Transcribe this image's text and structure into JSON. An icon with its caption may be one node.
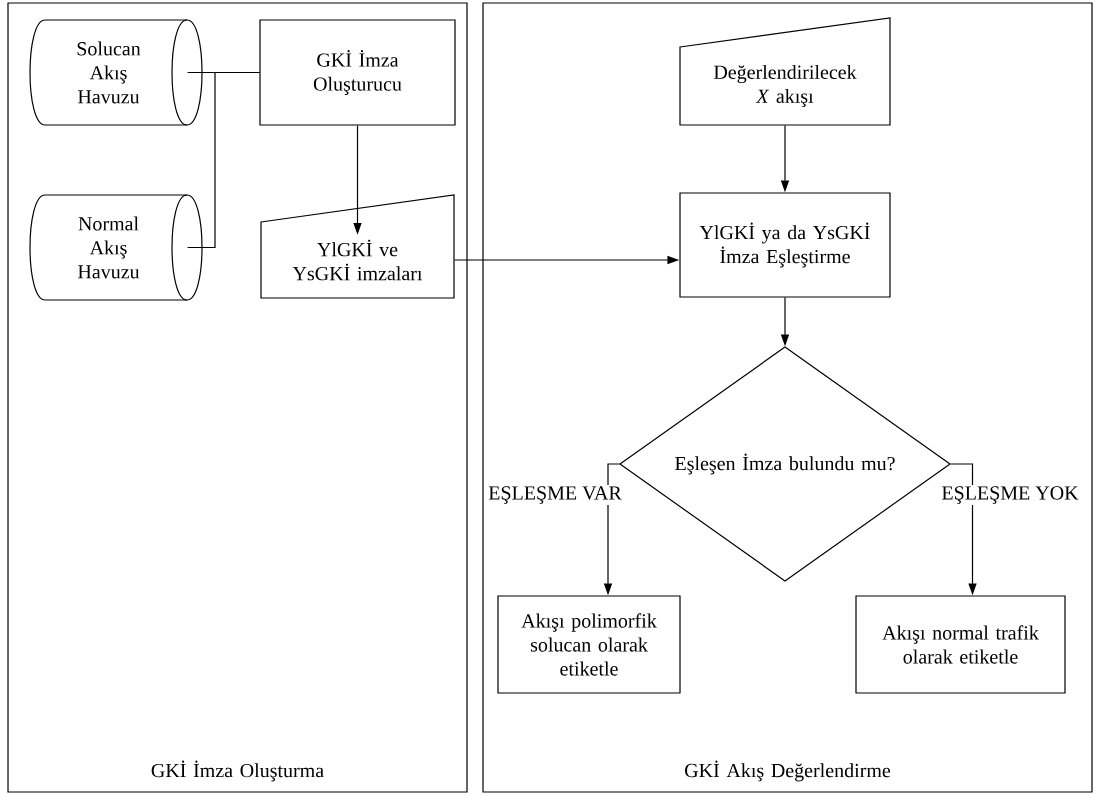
{
  "diagram": {
    "nodes": [
      {
        "text": [
          "GKİ İmza Oluşturma"
        ]
      },
      {
        "text": [
          "GKİ Akış Değerlendirme"
        ]
      },
      {
        "text": [
          "Solucan Akış Havuzu"
        ],
        "in": 0
      },
      {
        "text": [
          "Normal Akış Havuzu"
        ],
        "in": 0
      },
      {
        "text": [
          "GKİ İmza Oluşturucu"
        ],
        "in": 0
      },
      {
        "text": [
          "YlGKİ ve YsGKİ imzaları"
        ],
        "in": 0
      },
      {
        "text": [
          "Değerlendirilecek *X* akışı"
        ],
        "in": 1
      },
      {
        "text": [
          "YlGKİ ya da YsGKİ İmza Eşleştirme"
        ],
        "in": 1
      },
      {
        "text": [
          "Eşleşen İmza bulundu mu?"
        ],
        "in": 1
      },
      {
        "text": [
          "Akışı polimorfik solucan olarak etiketle"
        ],
        "in": 1
      },
      {
        "text": [
          "Akışı normal trafik olarak etiketle"
        ],
        "in": 1
      }
    ],
    "edges": [
      {
        "from": 2,
        "to": 4,
        "arrow": "none"
      },
      {
        "from": 3,
        "to": 4,
        "arrow": "none"
      },
      {
        "from": 4,
        "to": 5,
        "arrow": "to"
      },
      {
        "from": 5,
        "to": 7,
        "arrow": "to"
      },
      {
        "from": 6,
        "to": 7,
        "arrow": "to"
      },
      {
        "from": 7,
        "to": 8,
        "arrow": "to"
      },
      {
        "from": 8,
        "to": 9,
        "arrow": "to",
        "label": "EŞLEŞME VAR"
      },
      {
        "from": 8,
        "to": 10,
        "arrow": "to",
        "label": "EŞLEŞME YOK"
      }
    ]
  }
}
